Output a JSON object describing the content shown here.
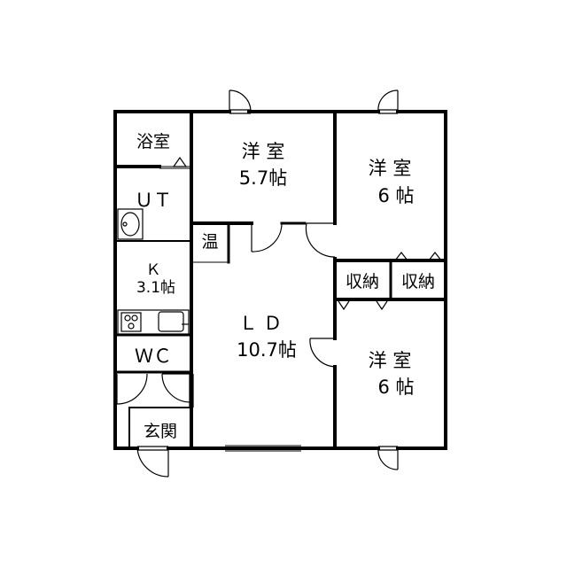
{
  "plan": {
    "rooms": {
      "bath": {
        "label": "浴室"
      },
      "ut": {
        "label": "ＵＴ"
      },
      "water_heater": {
        "label": "温"
      },
      "kitchen": {
        "label": "Ｋ",
        "size": "3.1帖"
      },
      "wc": {
        "label": "ＷＣ"
      },
      "entrance": {
        "label": "玄関"
      },
      "western_top": {
        "label": "洋 室",
        "size": "5.7帖"
      },
      "living_dining": {
        "label": "Ｌ Ｄ",
        "size": "10.7帖"
      },
      "western_right_top": {
        "label": "洋 室",
        "size": "6 帖"
      },
      "western_right_bottom": {
        "label": "洋 室",
        "size": "6 帖"
      },
      "storage_left": {
        "label": "収納"
      },
      "storage_right": {
        "label": "収納"
      }
    }
  }
}
